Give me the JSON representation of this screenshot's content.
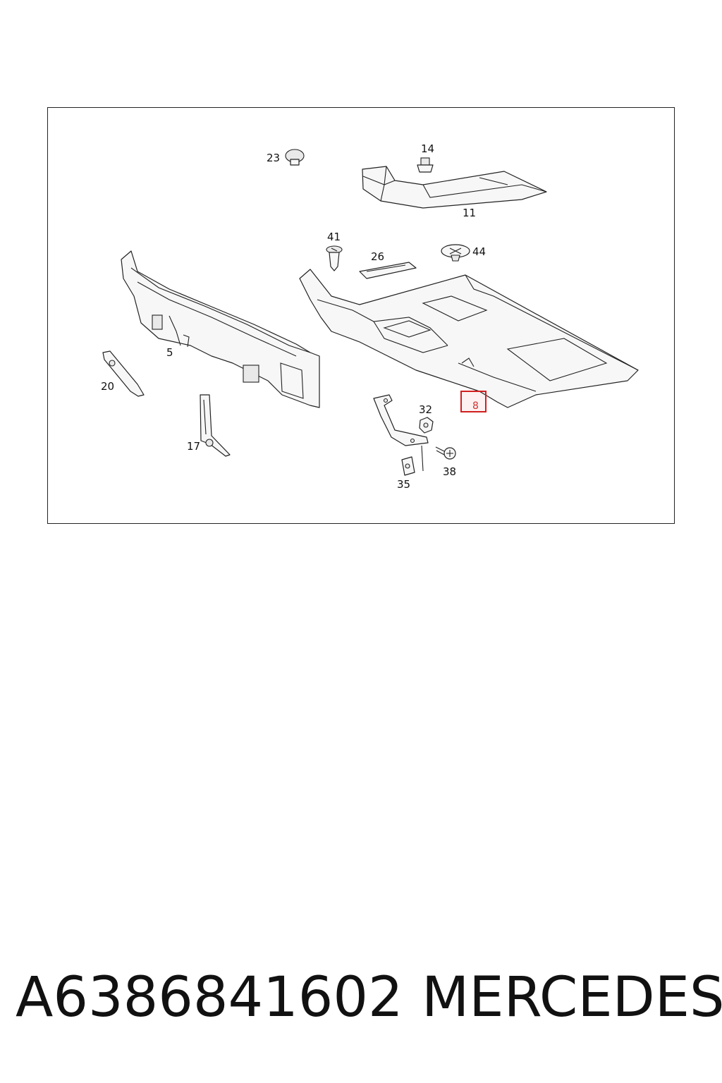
{
  "callouts": [
    {
      "id": "23",
      "label": "23"
    },
    {
      "id": "14",
      "label": "14"
    },
    {
      "id": "11",
      "label": "11"
    },
    {
      "id": "41",
      "label": "41"
    },
    {
      "id": "26",
      "label": "26"
    },
    {
      "id": "44",
      "label": "44"
    },
    {
      "id": "5",
      "label": "5"
    },
    {
      "id": "20",
      "label": "20"
    },
    {
      "id": "17",
      "label": "17"
    },
    {
      "id": "32",
      "label": "32"
    },
    {
      "id": "38",
      "label": "38"
    },
    {
      "id": "35",
      "label": "35"
    },
    {
      "id": "8",
      "label": "8",
      "highlighted": true
    }
  ],
  "highlight_color": "#d21f1f",
  "footer": {
    "part_number": "A6386841602",
    "brand": "MERCEDES"
  }
}
